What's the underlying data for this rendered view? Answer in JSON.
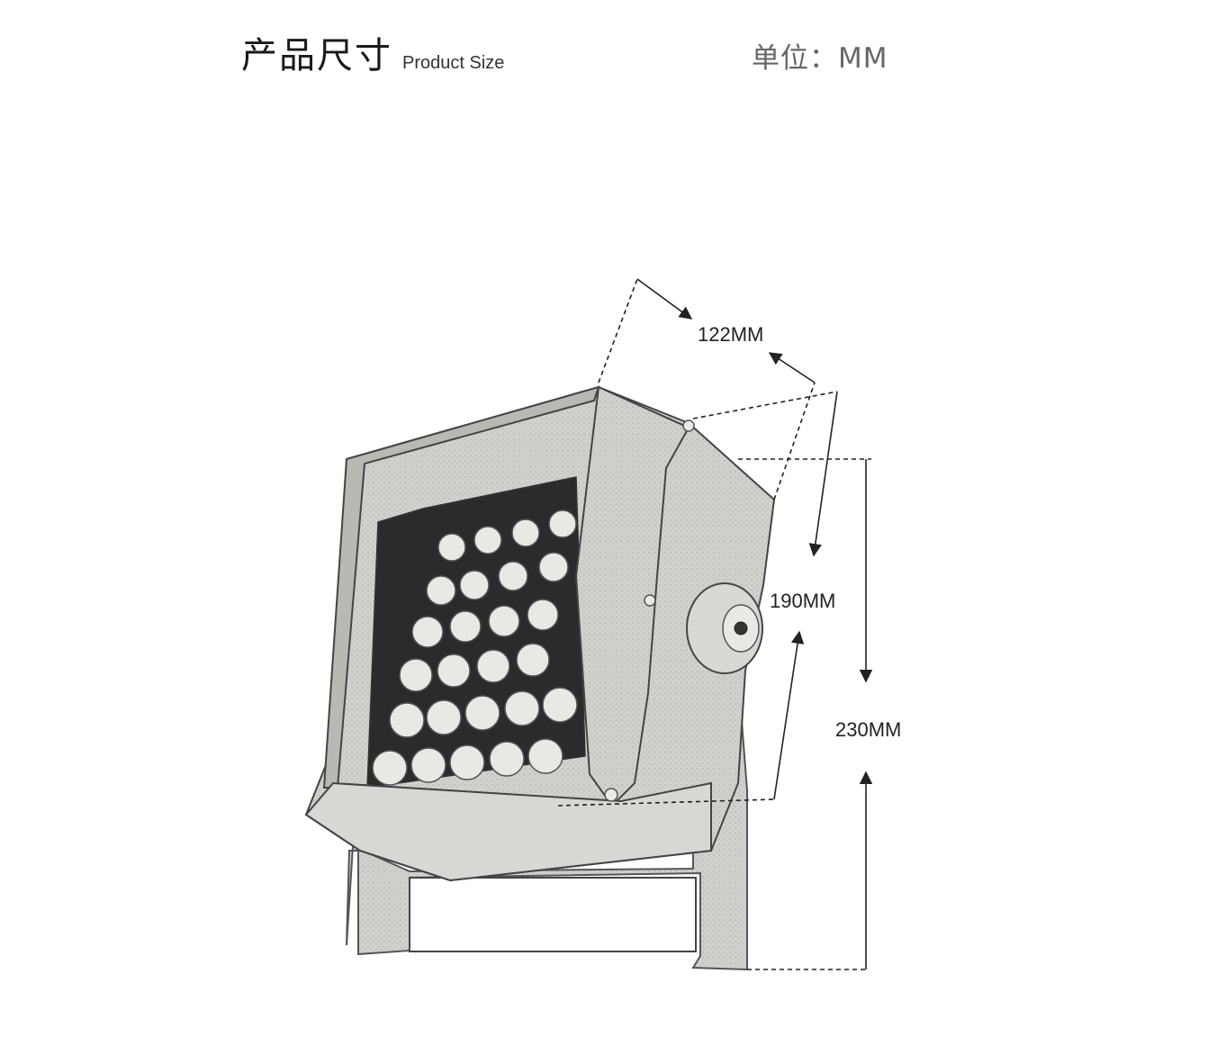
{
  "header": {
    "title_cn": "产品尺寸",
    "title_en": "Product Size",
    "unit": "单位：MM"
  },
  "dimensions": {
    "depth": "122MM",
    "height_body": "190MM",
    "height_total": "230MM"
  },
  "colors": {
    "housing": "#c9ccc6",
    "housing_shade": "#9ea39b",
    "lens_panel": "#2b2b2b",
    "lens": "#e6e9e4",
    "dimension_line": "#222222"
  }
}
